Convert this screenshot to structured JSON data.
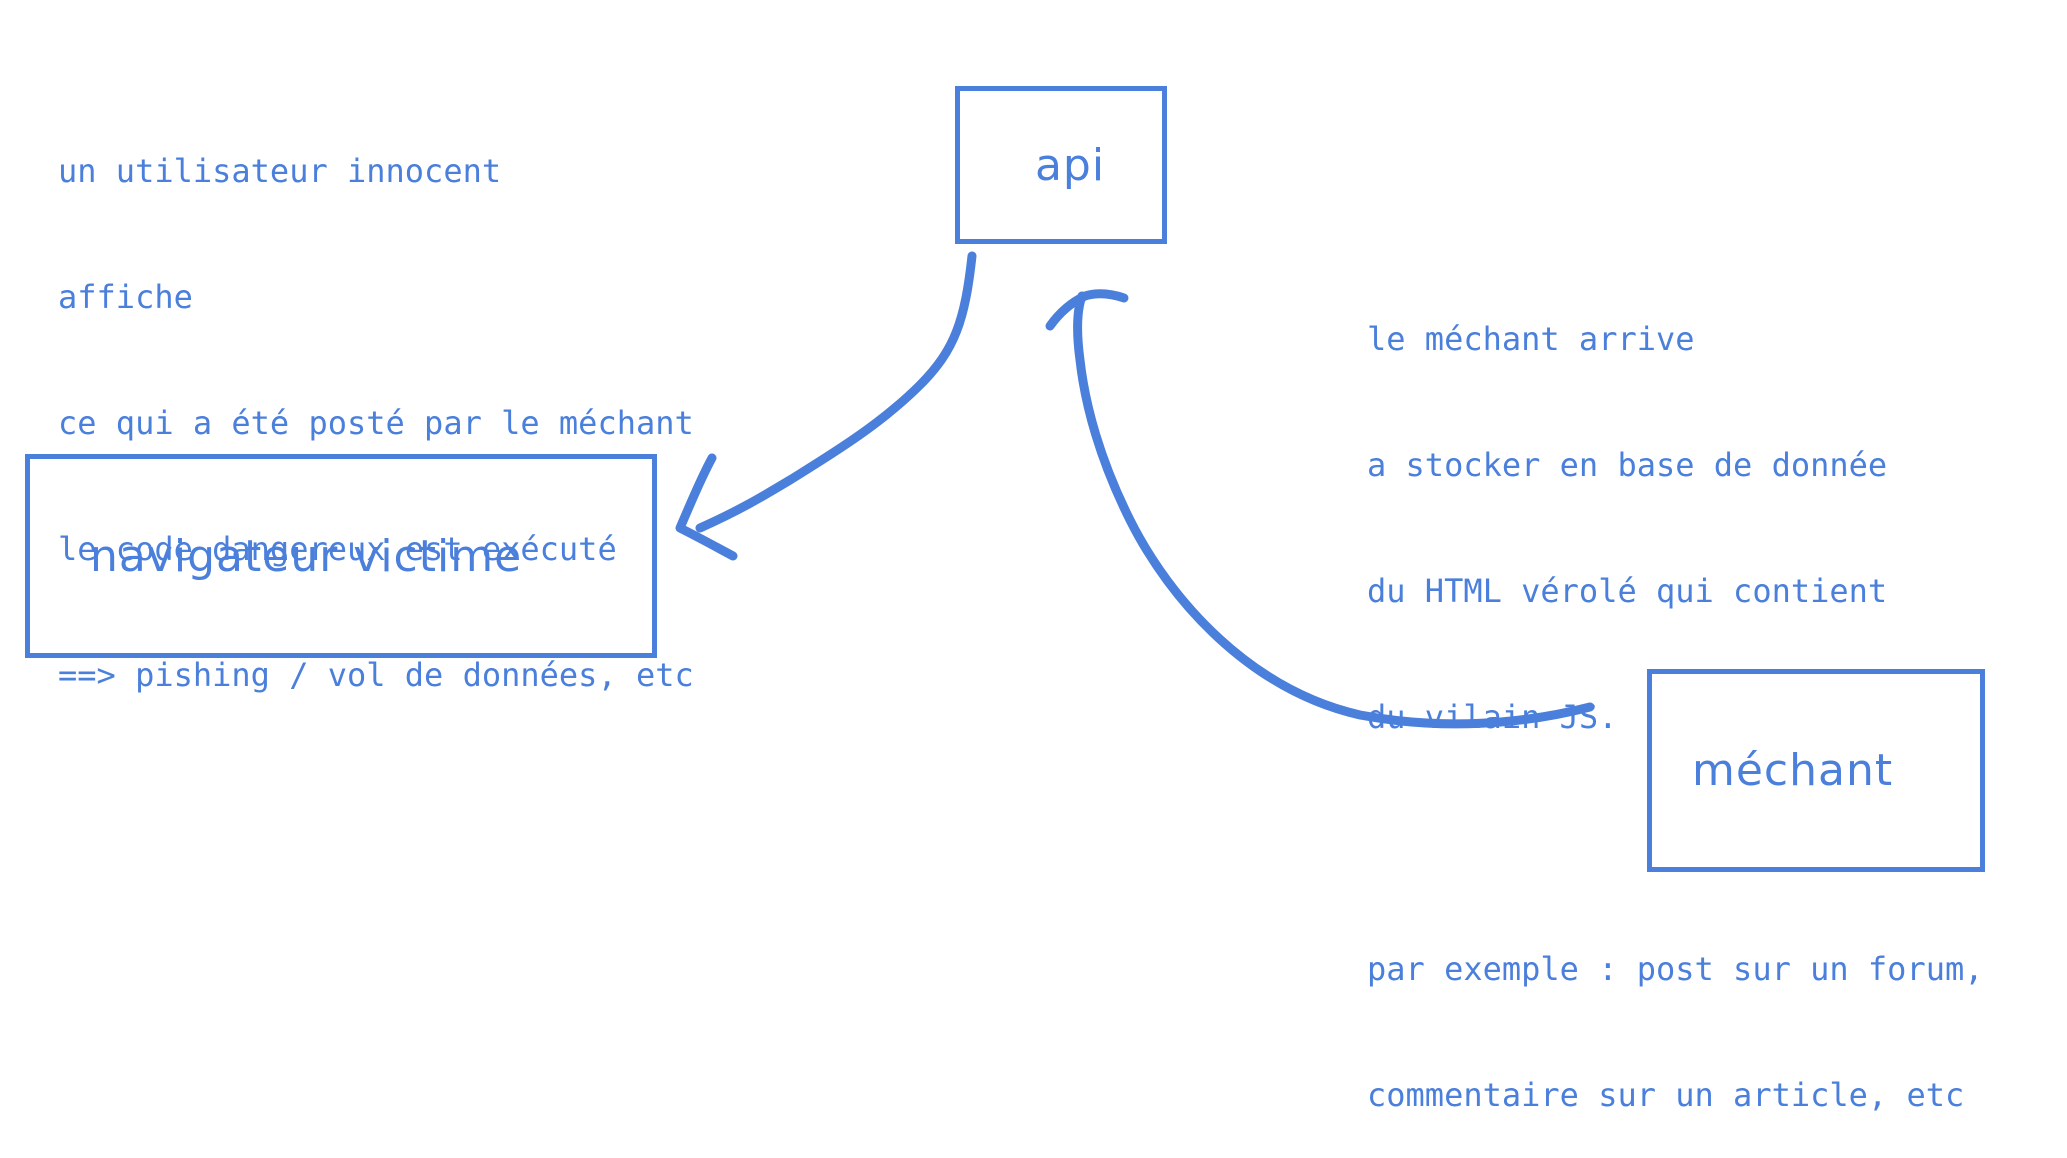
{
  "notes": {
    "victim": [
      "un utilisateur innocent",
      "affiche",
      "ce qui a été posté par le méchant",
      "le code dangereux est exécuté",
      "==> pishing / vol de données, etc"
    ],
    "attacker": [
      "le méchant arrive",
      "a stocker en base de donnée",
      "du HTML vérolé qui contient",
      "du vilain JS.",
      "",
      "par exemple : post sur un forum,",
      "commentaire sur un article, etc"
    ]
  },
  "nodes": {
    "api": "api",
    "victim_browser": "navigateur victime",
    "attacker": "méchant"
  },
  "colors": {
    "ink": "#4a7fdb",
    "background": "#ffffff"
  }
}
